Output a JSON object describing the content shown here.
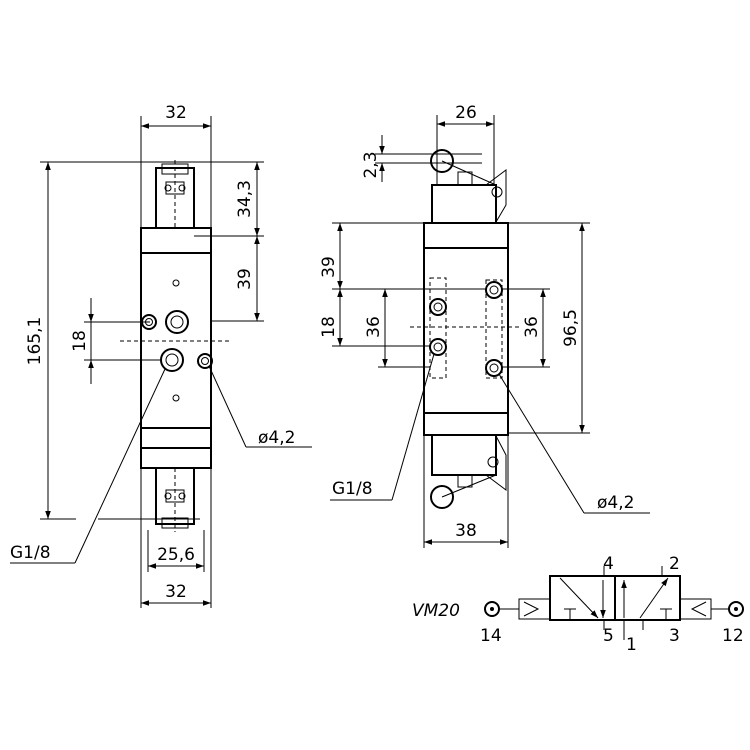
{
  "front_view": {
    "width_top": "32",
    "height_upper": "34,3",
    "height_mid": "39",
    "total_height": "165,1",
    "port_spacing": "18",
    "hole_dia": "ø4,2",
    "port_thread": "G1/8",
    "port_offset": "25,6",
    "width_bottom": "32"
  },
  "side_view": {
    "width_top": "26",
    "roller_offset": "2,3",
    "height_upper": "39",
    "port_spacing": "18",
    "port_pitch_left": "36",
    "port_pitch_right": "36",
    "body_height": "96,5",
    "port_thread": "G1/8",
    "hole_dia": "ø4,2",
    "width_bottom": "38"
  },
  "symbol": {
    "model": "VM20",
    "port_4": "4",
    "port_2": "2",
    "port_14": "14",
    "port_5": "5",
    "port_1": "1",
    "port_3": "3",
    "port_12": "12"
  }
}
